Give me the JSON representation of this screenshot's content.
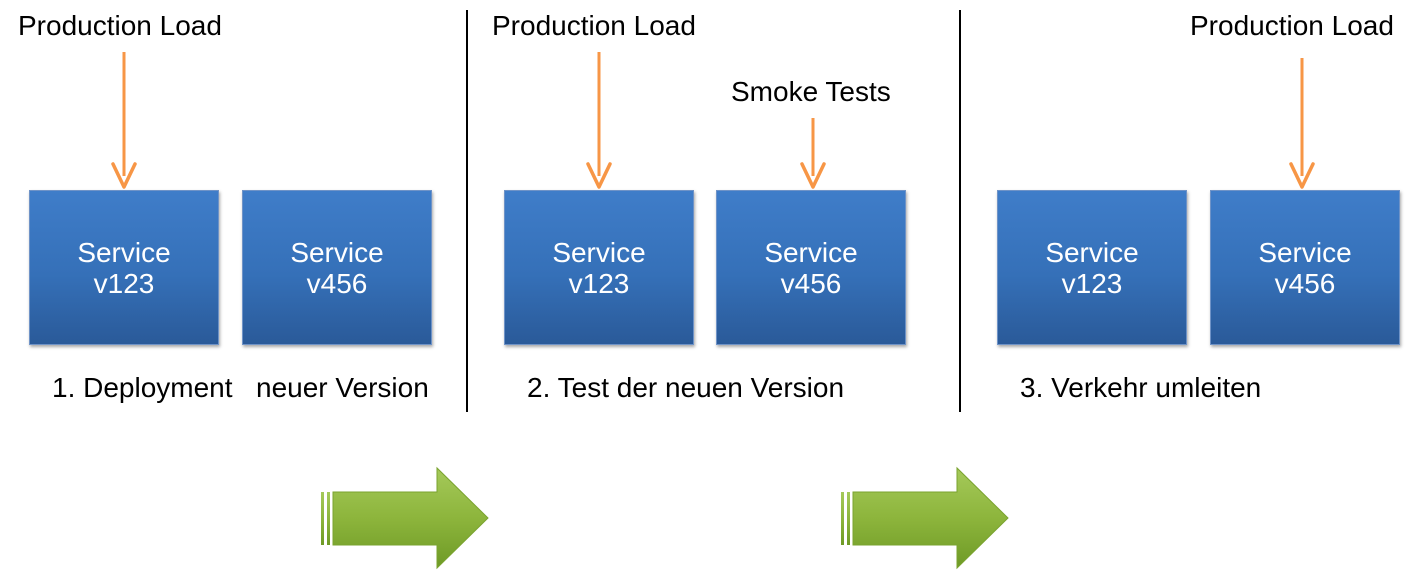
{
  "stages": [
    {
      "step": "1. Deployment",
      "step_suffix": "neuer Version",
      "load_label": "Production Load",
      "services": [
        {
          "line1": "Service",
          "line2": "v123"
        },
        {
          "line1": "Service",
          "line2": "v456"
        }
      ]
    },
    {
      "step": "2. Test der neuen Version",
      "load_label": "Production Load",
      "smoke_label": "Smoke Tests",
      "services": [
        {
          "line1": "Service",
          "line2": "v123"
        },
        {
          "line1": "Service",
          "line2": "v456"
        }
      ]
    },
    {
      "step": "3. Verkehr umleiten",
      "load_label": "Production Load",
      "services": [
        {
          "line1": "Service",
          "line2": "v123"
        },
        {
          "line1": "Service",
          "line2": "v456"
        }
      ]
    }
  ],
  "colors": {
    "service_box": "#3570b8",
    "load_arrow": "#f79646",
    "flow_arrow": "#8db53c"
  }
}
